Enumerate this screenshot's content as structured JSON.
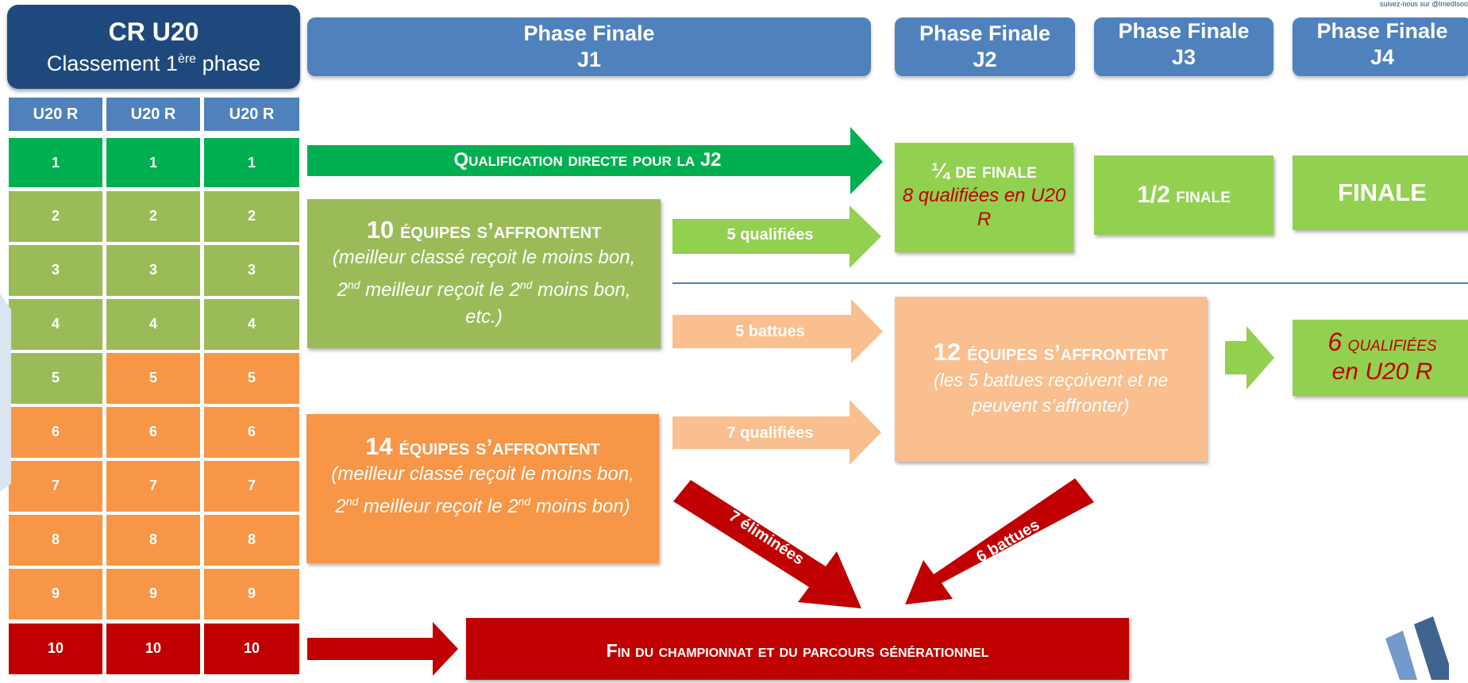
{
  "corner_text": "suivez-nous sur @lmedIsoo",
  "cr": {
    "title": "CR U20",
    "subtitle": "Classement 1",
    "subtitle_sup": "ère",
    "subtitle_end": " phase"
  },
  "phase_headers": [
    {
      "line1": "Phase Finale",
      "line2": "J1"
    },
    {
      "line1": "Phase Finale",
      "line2": "J2"
    },
    {
      "line1": "Phase Finale",
      "line2": "J3"
    },
    {
      "line1": "Phase Finale",
      "line2": "J4"
    }
  ],
  "table": {
    "headers": [
      "U20 R",
      "U20 R",
      "U20 R"
    ],
    "rows": [
      "1",
      "2",
      "3",
      "4",
      "5",
      "6",
      "7",
      "8",
      "9",
      "10"
    ]
  },
  "arrows": {
    "qualification": "Qualification directe pour la J2",
    "five_qualified": "5 qualifiées",
    "five_beaten": "5 battues",
    "seven_qualified": "7 qualifiées",
    "seven_eliminated": "7 éliminées",
    "six_beaten": "6 battues"
  },
  "box_10": {
    "num": "10",
    "title": " équipes s’affrontent",
    "desc_a": "(meilleur classé reçoit le moins bon, 2",
    "sup": "nd",
    "desc_b": " meilleur reçoit le 2",
    "sup2": "nd",
    "desc_c": " moins bon, etc.)"
  },
  "box_14": {
    "num": "14",
    "title": " équipes s’affrontent",
    "desc_a": "(meilleur classé reçoit le moins bon, 2",
    "sup": "nd",
    "desc_b": " meilleur reçoit le 2",
    "sup2": "nd",
    "desc_c": " moins bon)"
  },
  "box_quarter": {
    "title": "¼ de finale",
    "note": "8 qualifiées en U20 R"
  },
  "box_half": {
    "num": "1/2",
    "title": " finale"
  },
  "box_final": {
    "title": "FINALE"
  },
  "box_12": {
    "num": "12",
    "title": " équipes s’affrontent",
    "desc": "(les 5 battues reçoivent et ne peuvent s’affronter)"
  },
  "box_6q": {
    "num": "6",
    "title": " qualifiées",
    "title2": "en U20 R"
  },
  "box_end": {
    "title": "Fin du championnat et du parcours générationnel"
  },
  "colors": {
    "header_blue": "#4f81bd",
    "dark_blue": "#1f497d",
    "green": "#00b050",
    "olive_green": "#9bbb59",
    "light_green": "#92d050",
    "orange": "#f79646",
    "peach": "#f9bf8f",
    "red": "#c00000"
  }
}
